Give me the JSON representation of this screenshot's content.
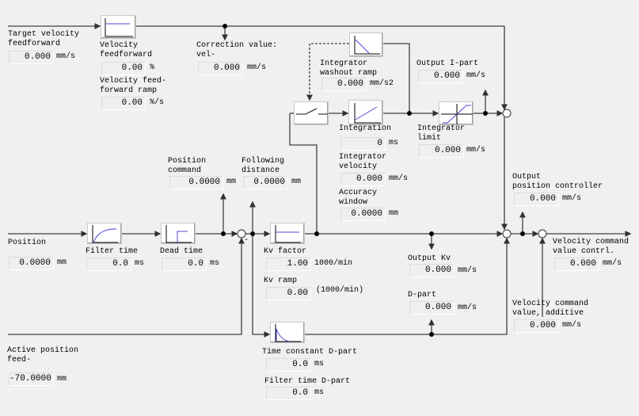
{
  "colors": {
    "wire": "#404040",
    "curve": "#4848d0",
    "background": "#f0f0f0"
  },
  "labels": {
    "target_vff": "Target velocity\nfeedforward",
    "vff": "Velocity\nfeedforward",
    "vff_ramp": "Velocity feed-\nforward ramp",
    "correction": "Correction value:\nvel-",
    "washout": "Integrator\nwashout ramp",
    "output_ipart": "Output I-part",
    "integration": "Integration",
    "integrator_velocity": "Integrator\nvelocity",
    "accuracy_window": "Accuracy\nwindow",
    "integrator_limit": "Integrator\nlimit",
    "position_command": "Position\ncommand",
    "following_distance": "Following\ndistance",
    "output_pos_ctrl": "Output\nposition controller",
    "position": "Position",
    "filter_time": "Filter time",
    "dead_time": "Dead time",
    "kv_factor": "Kv factor",
    "kv_ramp": "Kv ramp",
    "output_kv": "Output Kv",
    "dpart": "D-part",
    "vel_cmd_contrl": "Velocity command\nvalue contrl.",
    "vel_cmd_additive": "Velocity command\nvalue, additive",
    "active_pos_feed": "Active position\nfeed-",
    "time_const_dpart": "Time constant D-part",
    "filter_time_dpart": "Filter time D-part",
    "minus_sign": "-"
  },
  "fields": {
    "target_vff": {
      "value": "0.000",
      "unit": "mm/s"
    },
    "vff": {
      "value": "0.00",
      "unit": "%"
    },
    "vff_ramp": {
      "value": "0.00",
      "unit": "%/s"
    },
    "correction": {
      "value": "0.000",
      "unit": "mm/s"
    },
    "washout": {
      "value": "0.000",
      "unit": "mm/s2"
    },
    "output_ipart": {
      "value": "0.000",
      "unit": "mm/s"
    },
    "integration": {
      "value": "0",
      "unit": "ms"
    },
    "integrator_velocity": {
      "value": "0.000",
      "unit": "mm/s"
    },
    "accuracy_window": {
      "value": "0.0000",
      "unit": "mm"
    },
    "integrator_limit": {
      "value": "0.000",
      "unit": "mm/s"
    },
    "position_command": {
      "value": "0.0000",
      "unit": "mm"
    },
    "following_distance": {
      "value": "0.0000",
      "unit": "mm"
    },
    "output_pos_ctrl": {
      "value": "0.000",
      "unit": "mm/s"
    },
    "position": {
      "value": "0.0000",
      "unit": "mm"
    },
    "filter_time": {
      "value": "0.0",
      "unit": "ms"
    },
    "dead_time": {
      "value": "0.0",
      "unit": "ms"
    },
    "kv_factor": {
      "value": "1.00",
      "unit": "1000/min"
    },
    "kv_ramp": {
      "value": "0.00",
      "unit": "(1000/min)"
    },
    "output_kv": {
      "value": "0.000",
      "unit": "mm/s"
    },
    "dpart": {
      "value": "0.000",
      "unit": "mm/s"
    },
    "vel_cmd_contrl": {
      "value": "0.000",
      "unit": "mm/s"
    },
    "vel_cmd_additive": {
      "value": "0.000",
      "unit": "mm/s"
    },
    "active_pos_feed": {
      "value": "-70.0000",
      "unit": "mm"
    },
    "time_const_dpart": {
      "value": "0.0",
      "unit": "ms"
    },
    "filter_time_dpart": {
      "value": "0.0",
      "unit": "ms"
    }
  },
  "blocks": {
    "vff": "step-icon",
    "washout": "ramp-down-icon",
    "switch": "switch-icon",
    "integration": "ramp-up-icon",
    "limit": "limiter-icon",
    "filter": "pt1-icon",
    "dead": "dead-time-icon",
    "kv": "step-icon",
    "dpart": "dt1-icon"
  }
}
